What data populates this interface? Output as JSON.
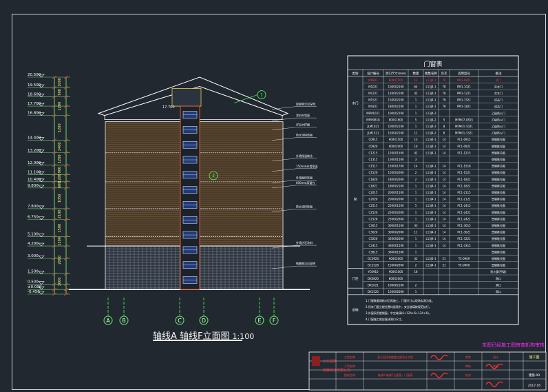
{
  "drawing": {
    "title": "轴线A   轴线F立面图",
    "scale": "1:100",
    "note": "本图已经施工图审查机构审核"
  },
  "elevations": {
    "labels": [
      "20.500",
      "19.500",
      "18.600",
      "17.700",
      "16.800",
      "14.400",
      "13.200",
      "12.000",
      "11.100",
      "10.400",
      "9.800",
      "7.800",
      "6.750",
      "5.100",
      "4.200",
      "3.000",
      "1.500",
      "0.500",
      "±0.000",
      "-0.450"
    ],
    "levels": [
      20.5,
      19.5,
      18.6,
      17.7,
      16.8,
      14.4,
      13.2,
      12.0,
      11.1,
      10.4,
      9.8,
      7.8,
      6.75,
      5.1,
      4.2,
      3.0,
      1.5,
      0.5,
      0.0,
      -0.45
    ],
    "dims": [
      "1000",
      "900",
      "1200",
      "1200",
      "2400",
      "1200",
      "900",
      "1200",
      "600",
      "1050",
      "2100",
      "1500",
      "1200",
      "2000",
      "1000"
    ],
    "ridge_tag": "17.700",
    "callout_1": "1",
    "callout_2": "2"
  },
  "axes": [
    "A",
    "B",
    "C",
    "D",
    "E",
    "F"
  ],
  "annotations": [
    "屋面做法见说明",
    "涂料外墙面",
    "详见大样图",
    "防水涂料饰面",
    "外墙保温做法",
    "150mm外墙保温",
    "外墙面砖饰面",
    "600mm高窗台",
    "防水涂料饰面",
    "外墙仿石涂料",
    "勒脚做法见说明"
  ],
  "window_table": {
    "title": "门窗表",
    "headers": [
      "类别",
      "设计编号",
      "洞口尺寸(mm)",
      "数量",
      "图集名称",
      "页次",
      "选用型号",
      "备注"
    ],
    "groups": [
      {
        "name": "木门",
        "rows": 8
      },
      {
        "name": "窗",
        "rows": 21
      },
      {
        "name": "门连",
        "rows": 3
      },
      {
        "name": "说明",
        "rows": 3
      }
    ],
    "rows": [
      [
        "M0821",
        "800X2100",
        "12",
        "L13J4-1",
        "78",
        "PM1-0821",
        "木门"
      ],
      [
        "M1021",
        "1000X2100",
        "64",
        "L13J4-1",
        "78",
        "PM1-1021",
        "实木门"
      ],
      [
        "M1221",
        "1200X2100",
        "42",
        "L13J4-1",
        "78",
        "PM1-1221",
        "实木门"
      ],
      [
        "M1521",
        "1500X2100",
        "1",
        "L13J4-1",
        "78",
        "PM1-1521",
        "成品门"
      ],
      [
        "M1821",
        "1800X2100",
        "1",
        "L13J4-1",
        "78",
        "PM1-1821",
        "成品门"
      ],
      [
        "MFM1021",
        "1000X2100",
        "1",
        "L13J4-2",
        "",
        "",
        "乙级防火门"
      ],
      [
        "MFM0818",
        "800X1800",
        "5",
        "L13J4-2",
        "5",
        "MFM07-0815",
        "乙级防火门"
      ],
      [
        "JLM1021",
        "1000X2100",
        "1",
        "L13J4-2",
        "8",
        "MFM01-1021",
        "乙级防火门"
      ],
      [
        "JLM1521",
        "1500X2100",
        "11",
        "L13J4-2",
        "8",
        "MFM01-1521",
        "乙级防火门"
      ],
      [
        "C0915",
        "900X1500",
        "13",
        "L13J4-1",
        "14",
        "PC1-0915",
        "塑钢推拉窗"
      ],
      [
        "C0920",
        "900X2000",
        "10",
        "L13J4-1",
        "14",
        "PC1-0921",
        "塑钢推拉窗"
      ],
      [
        "C1215",
        "1200X1500",
        "42",
        "L13J4-1",
        "14",
        "PC1-1215",
        "塑钢推拉窗"
      ],
      [
        "C1315",
        "1300X1500",
        "3",
        "",
        "",
        "",
        "塑钢推拉窗"
      ],
      [
        "C1517",
        "1500X1700",
        "14",
        "L13J4-1",
        "14",
        "PC1-1518",
        "塑钢推拉窗"
      ],
      [
        "C1520",
        "1500X2000",
        "2",
        "L13J4-1",
        "14",
        "PC1-1521",
        "塑钢推拉窗"
      ],
      [
        "C1820",
        "1800X2000",
        "2",
        "L13J4-1",
        "14",
        "PC1-1821",
        "塑钢推拉窗"
      ],
      [
        "C1821",
        "1800X2100",
        "1",
        "L13J4-1",
        "14",
        "PC1-1821",
        "塑钢推拉窗"
      ],
      [
        "C2015",
        "2000X1500",
        "1",
        "L13J4-1",
        "14",
        "PC1-2115",
        "塑钢推拉窗"
      ],
      [
        "C2020",
        "2000X2000",
        "1",
        "L13J4-1",
        "14",
        "PC1-2121",
        "塑钢推拉窗"
      ],
      [
        "C2515",
        "2500X1500",
        "5",
        "L13J4-1",
        "14",
        "PC1-2415",
        "塑钢推拉窗"
      ],
      [
        "C2520",
        "2500X2000",
        "1",
        "L13J4-1",
        "14",
        "PC1-2421",
        "塑钢推拉窗"
      ],
      [
        "C2526",
        "2500X2600",
        "1",
        "L13J4-1",
        "14",
        "PC1-2421",
        "塑钢推拉窗"
      ],
      [
        "C3015",
        "3000X1500",
        "33",
        "L13J4-1",
        "14",
        "PC1-3015",
        "塑钢推拉窗"
      ],
      [
        "C3020",
        "3000X2000",
        "11",
        "L13J4-1",
        "14",
        "PC1-3021",
        "塑钢推拉窗"
      ],
      [
        "C3220",
        "3200X2000",
        "1",
        "L13J4-1",
        "14",
        "PC1-3221",
        "塑钢推拉窗"
      ],
      [
        "C3315",
        "3300X1500",
        "1",
        "L13J4-1",
        "14",
        "PC1-3315",
        "塑钢推拉窗"
      ],
      [
        "C3615",
        "3600X1500",
        "1",
        "",
        "",
        "",
        "塑钢推拉窗"
      ],
      [
        "GC0920",
        "900X2000",
        "42",
        "L13J4-1",
        "21",
        "TC-0909",
        "塑钢推拉窗"
      ],
      [
        "GC1520",
        "1500X2000",
        "2",
        "L13J4-1",
        "21",
        "TC-0909",
        "塑钢推拉窗"
      ],
      [
        "YC0910",
        "900X1000",
        "18",
        "",
        "",
        "",
        "防火窗(甲级)"
      ],
      [
        "DK0820",
        "800X2000",
        "",
        "",
        "",
        "",
        "洞口"
      ],
      [
        "DK1021",
        "1000X2100",
        "2",
        "",
        "",
        "",
        "洞口"
      ],
      [
        "DK1520",
        "1500X2000",
        "1",
        "",
        "",
        "",
        "洞口"
      ]
    ],
    "notes": [
      "1.门窗数量请核对后再施工，门窗尺寸以现场实测为准。",
      "2.所有门窗立樘位置均居墙中，安全玻璃按规范执行。",
      "3.外窗采用塑钢窗，中空玻璃(6+12A+6+12A+6)。",
      "4.门窗施工前应复核洞口尺寸。"
    ]
  },
  "title_block": {
    "company": [
      "山东建筑",
      "勘察设计有限公司"
    ],
    "project": "某小区住宅楼施工图设计工程",
    "drawing_name": "轴线A-轴线F立面图，门窗表",
    "role_labels": [
      "工程名称",
      "子项名称",
      "图纸名称",
      "审定",
      "审核",
      "校对",
      "设计",
      "制图"
    ],
    "sheet_no": "建施-09",
    "date": "2017.05",
    "stamp": "施工图"
  }
}
